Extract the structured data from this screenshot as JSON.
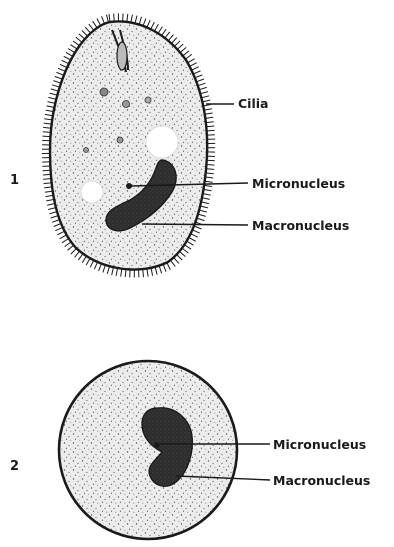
{
  "figure_1": {
    "number": "1",
    "labels": {
      "cilia": "Cilia",
      "micronucleus": "Micronucleus",
      "macronucleus": "Macronucleus"
    }
  },
  "figure_2": {
    "number": "2",
    "labels": {
      "micronucleus": "Micronucleus",
      "macronucleus": "Macronucleus"
    }
  },
  "colors": {
    "ink": "#1a1a1a",
    "cytoplasm": "#ececec",
    "nucleus": "#2e2e2e",
    "vacuole": "#ffffff"
  },
  "icons": [
    "paramecium-cell",
    "cyst-cell"
  ]
}
